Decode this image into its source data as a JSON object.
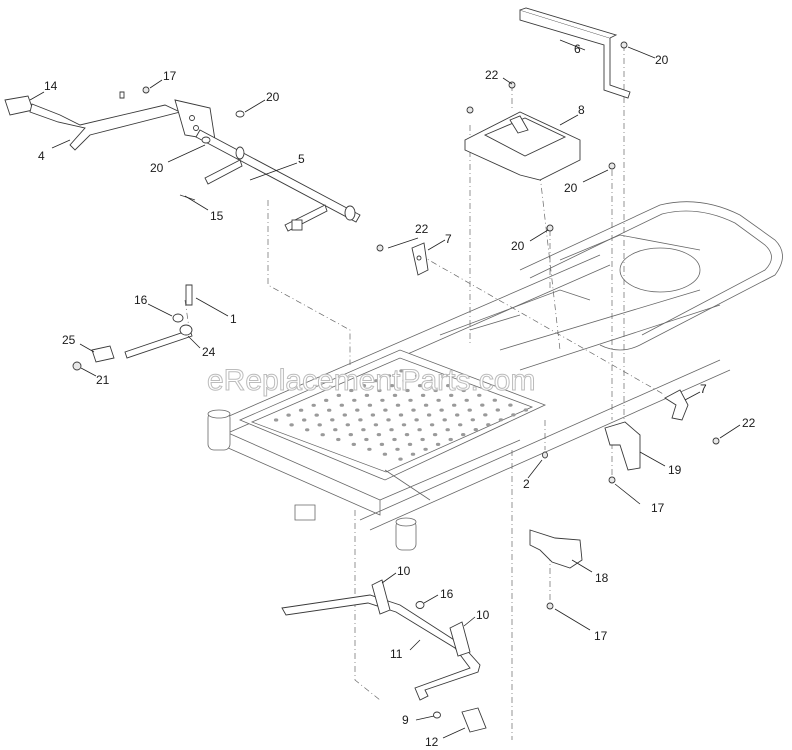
{
  "watermark": "eReplacementParts.com",
  "callouts": {
    "c1": "1",
    "c2": "2",
    "c4": "4",
    "c5": "5",
    "c6": "6",
    "c7a": "7",
    "c7b": "7",
    "c8": "8",
    "c9": "9",
    "c10a": "10",
    "c10b": "10",
    "c11": "11",
    "c12": "12",
    "c14": "14",
    "c15": "15",
    "c16a": "16",
    "c16b": "16",
    "c17a": "17",
    "c17b": "17",
    "c17c": "17",
    "c18": "18",
    "c19": "19",
    "c20a": "20",
    "c20b": "20",
    "c20c": "20",
    "c20d": "20",
    "c20e": "20",
    "c21": "21",
    "c22a": "22",
    "c22b": "22",
    "c22c": "22",
    "c24": "24",
    "c25": "25"
  }
}
